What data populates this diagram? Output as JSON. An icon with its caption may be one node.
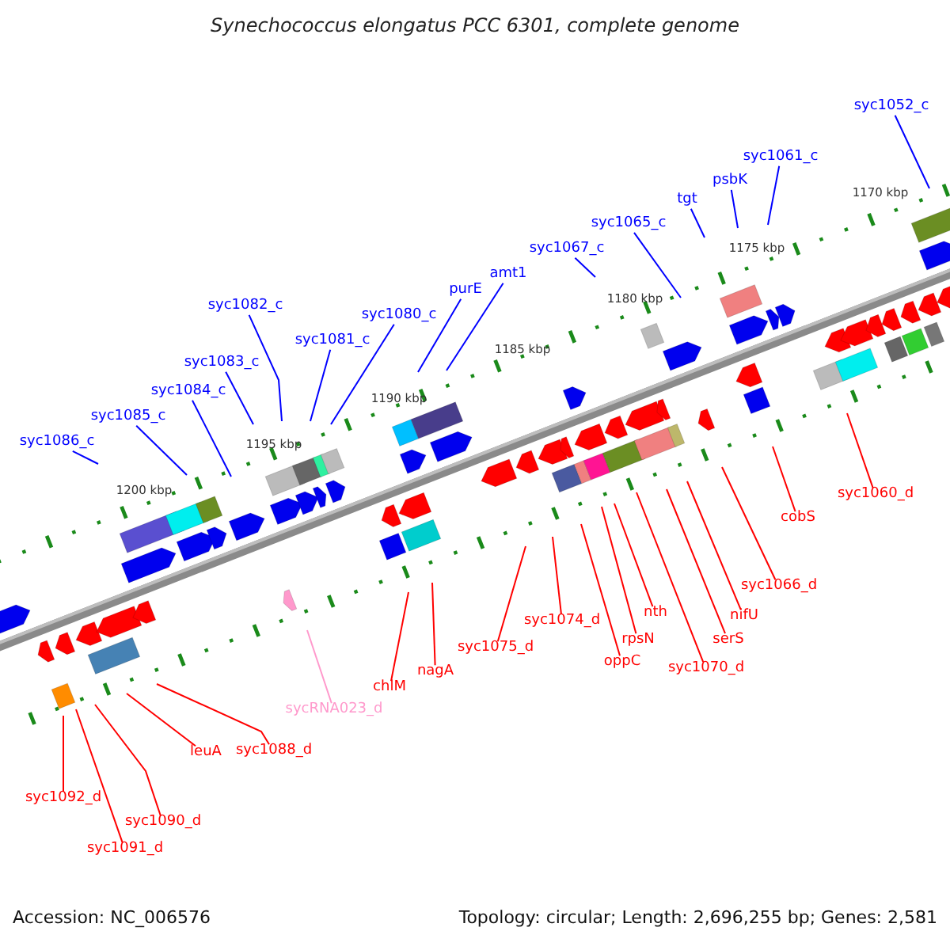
{
  "diagram": {
    "title": "Synechococcus elongatus PCC 6301, complete genome",
    "nodes": [
      {
        "text": [
          "syc1052_c"
        ]
      },
      {
        "text": [
          "syc1061_c"
        ]
      },
      {
        "text": [
          "psbK"
        ]
      },
      {
        "text": [
          "tgt"
        ]
      },
      {
        "text": [
          "syc1065_c"
        ]
      },
      {
        "text": [
          "syc1067_c"
        ]
      },
      {
        "text": [
          "amt1"
        ]
      },
      {
        "text": [
          "purE"
        ]
      },
      {
        "text": [
          "syc1082_c"
        ]
      },
      {
        "text": [
          "syc1080_c"
        ]
      },
      {
        "text": [
          "syc1081_c"
        ]
      },
      {
        "text": [
          "syc1083_c"
        ]
      },
      {
        "text": [
          "syc1084_c"
        ]
      },
      {
        "text": [
          "syc1085_c"
        ]
      },
      {
        "text": [
          "syc1086_c"
        ]
      },
      {
        "text": [
          "syc1060_d"
        ]
      },
      {
        "text": [
          "cobS"
        ]
      },
      {
        "text": [
          "syc1066_d"
        ]
      },
      {
        "text": [
          "nifU"
        ]
      },
      {
        "text": [
          "nth"
        ]
      },
      {
        "text": [
          "syc1074_d"
        ]
      },
      {
        "text": [
          "serS"
        ]
      },
      {
        "text": [
          "rpsN"
        ]
      },
      {
        "text": [
          "syc1075_d"
        ]
      },
      {
        "text": [
          "oppC"
        ]
      },
      {
        "text": [
          "syc1070_d"
        ]
      },
      {
        "text": [
          "nagA"
        ]
      },
      {
        "text": [
          "chlM"
        ]
      },
      {
        "text": [
          "sycRNA023_d"
        ]
      },
      {
        "text": [
          "syc1088_d"
        ]
      },
      {
        "text": [
          "leuA"
        ]
      },
      {
        "text": [
          "syc1092_d"
        ]
      },
      {
        "text": [
          "syc1090_d"
        ]
      },
      {
        "text": [
          "syc1091_d"
        ]
      }
    ],
    "edges": [
      {
        "from": 0,
        "to": null,
        "arrow": "none",
        "color": "#0000ff"
      },
      {
        "from": 1,
        "to": null,
        "arrow": "none",
        "color": "#0000ff"
      },
      {
        "from": 2,
        "to": null,
        "arrow": "none",
        "color": "#0000ff"
      },
      {
        "from": 3,
        "to": null,
        "arrow": "none",
        "color": "#0000ff"
      },
      {
        "from": 4,
        "to": null,
        "arrow": "none",
        "color": "#0000ff"
      },
      {
        "from": 5,
        "to": null,
        "arrow": "none",
        "color": "#0000ff"
      },
      {
        "from": 6,
        "to": null,
        "arrow": "none",
        "color": "#0000ff"
      },
      {
        "from": 7,
        "to": null,
        "arrow": "none",
        "color": "#0000ff"
      },
      {
        "from": 8,
        "to": null,
        "arrow": "none",
        "color": "#0000ff"
      },
      {
        "from": 9,
        "to": null,
        "arrow": "none",
        "color": "#0000ff"
      },
      {
        "from": 10,
        "to": null,
        "arrow": "none",
        "color": "#0000ff"
      },
      {
        "from": 11,
        "to": null,
        "arrow": "none",
        "color": "#0000ff"
      },
      {
        "from": 12,
        "to": null,
        "arrow": "none",
        "color": "#0000ff"
      },
      {
        "from": 13,
        "to": null,
        "arrow": "none",
        "color": "#0000ff"
      },
      {
        "from": 14,
        "to": null,
        "arrow": "none",
        "color": "#0000ff"
      },
      {
        "from": 15,
        "to": null,
        "arrow": "none"
      },
      {
        "from": 16,
        "to": null,
        "arrow": "none"
      },
      {
        "from": 17,
        "to": null,
        "arrow": "none"
      },
      {
        "from": 18,
        "to": null,
        "arrow": "none"
      },
      {
        "from": 19,
        "to": null,
        "arrow": "none"
      },
      {
        "from": 20,
        "to": null,
        "arrow": "none"
      },
      {
        "from": 21,
        "to": null,
        "arrow": "none"
      },
      {
        "from": 22,
        "to": null,
        "arrow": "none"
      },
      {
        "from": 23,
        "to": null,
        "arrow": "none"
      },
      {
        "from": 24,
        "to": null,
        "arrow": "none"
      },
      {
        "from": 25,
        "to": null,
        "arrow": "none"
      },
      {
        "from": 26,
        "to": null,
        "arrow": "none"
      },
      {
        "from": 27,
        "to": null,
        "arrow": "none"
      },
      {
        "from": 28,
        "to": null,
        "arrow": "none",
        "color": "#ff99cc"
      },
      {
        "from": 29,
        "to": null,
        "arrow": "none"
      },
      {
        "from": 30,
        "to": null,
        "arrow": "none"
      },
      {
        "from": 31,
        "to": null,
        "arrow": "none"
      },
      {
        "from": 32,
        "to": null,
        "arrow": "none"
      },
      {
        "from": 33,
        "to": null,
        "arrow": "none"
      }
    ],
    "labels": [
      "1170 kbp",
      "1175 kbp",
      "1180 kbp",
      "1185 kbp",
      "1190 kbp",
      "1195 kbp",
      "1200 kbp",
      "Accession: NC_006576",
      "Topology: circular; Length: 2,696,255 bp; Genes: 2,581"
    ]
  }
}
